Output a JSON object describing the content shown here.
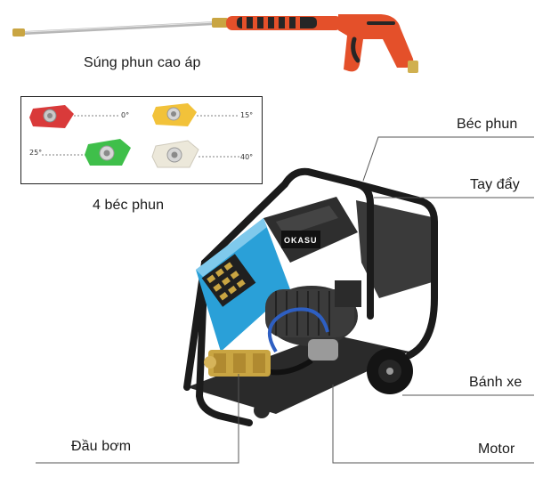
{
  "labels": {
    "spray_gun": "Súng phun cao áp",
    "nozzles": "4 béc phun",
    "nozzle_part": "Béc phun",
    "push_handle": "Tay đẩy",
    "wheel": "Bánh xe",
    "pump_head": "Đầu bơm",
    "motor": "Motor"
  },
  "nozzle_angles": [
    "0°",
    "15°",
    "25°",
    "40°"
  ],
  "brand": {
    "logo": "OKASU"
  },
  "colors": {
    "nozzle_red": "#d93a3a",
    "nozzle_yellow": "#f2c23a",
    "nozzle_green": "#3fbf4a",
    "nozzle_white": "#ece8da",
    "gun_red": "#e4502a",
    "panel_blue": "#2aa0d8",
    "frame_black": "#1b1b1b"
  }
}
